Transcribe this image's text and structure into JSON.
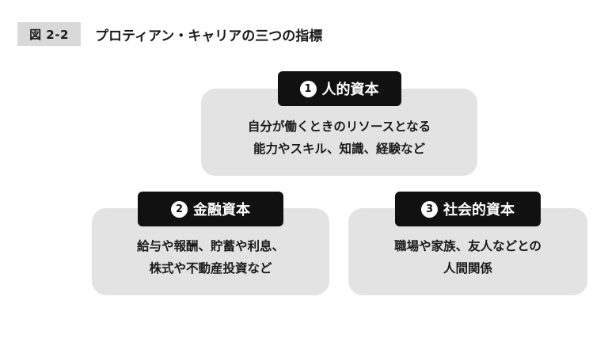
{
  "figure": {
    "tag": "図 2-2",
    "title": "プロティアン・キャリアの三つの指標"
  },
  "nodes": [
    {
      "number": "1",
      "label": "人的資本",
      "lines": [
        "自分が働くときのリソースとなる",
        "能力やスキル、知識、経験など"
      ]
    },
    {
      "number": "2",
      "label": "金融資本",
      "lines": [
        "給与や報酬、貯蓄や利息、",
        "株式や不動産投資など"
      ]
    },
    {
      "number": "3",
      "label": "社会的資本",
      "lines": [
        "職場や家族、友人などとの",
        "人間関係"
      ]
    }
  ],
  "colors": {
    "label_bg": "#111111",
    "box_bg": "#e3e3e3",
    "tag_bg": "#d9d9d9"
  }
}
